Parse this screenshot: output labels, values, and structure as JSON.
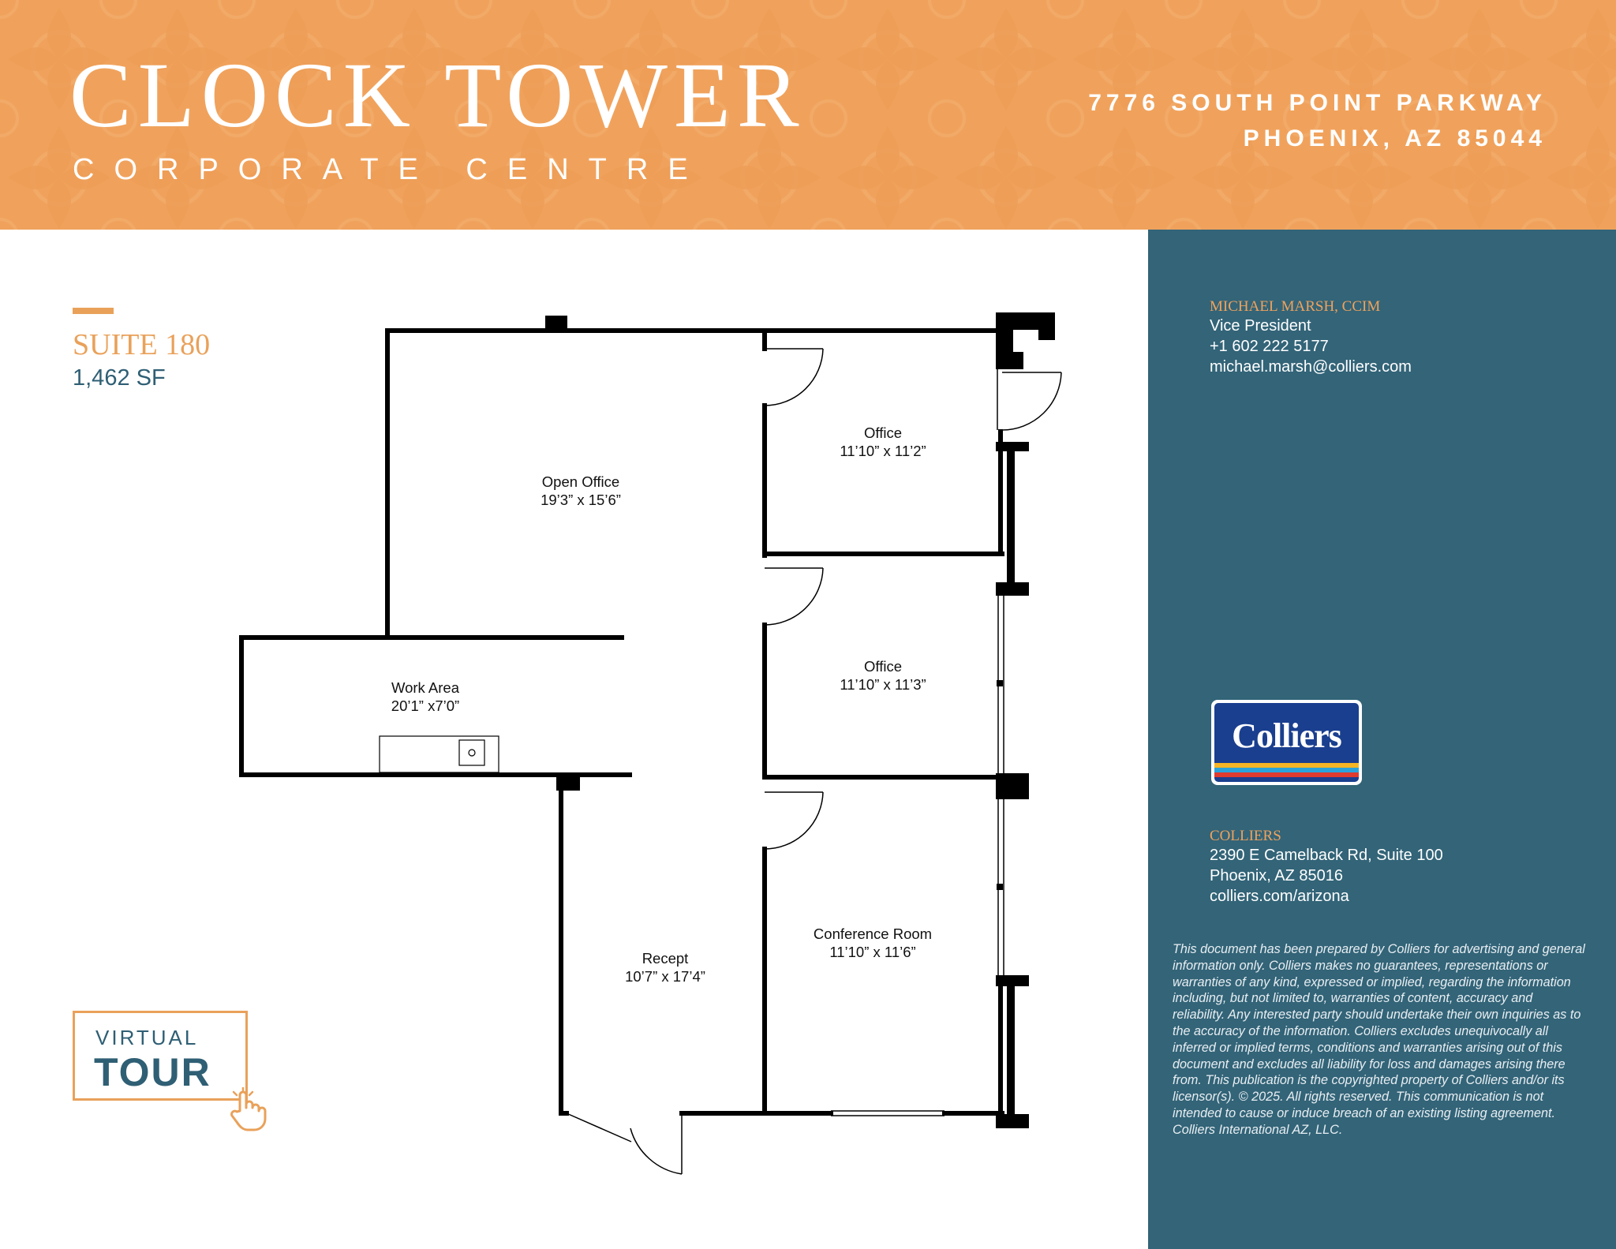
{
  "header": {
    "title": "CLOCK TOWER",
    "subtitle": "CORPORATE CENTRE",
    "address_line1": "7776 SOUTH POINT PARKWAY",
    "address_line2": "PHOENIX, AZ 85044"
  },
  "suite": {
    "name": "SUITE 180",
    "area": "1,462 SF"
  },
  "rooms": {
    "open_office": {
      "name": "Open Office",
      "size": "19’3” x 15’6”"
    },
    "office_1": {
      "name": "Office",
      "size": "11’10” x 11’2”"
    },
    "office_2": {
      "name": "Office",
      "size": "11’10” x 11’3”"
    },
    "work_area": {
      "name": "Work Area",
      "size": "20’1” x7’0”"
    },
    "conference": {
      "name": "Conference Room",
      "size": "11’10” x 11’6”"
    },
    "recept": {
      "name": "Recept",
      "size": "10’7” x 17’4”"
    }
  },
  "virtual_tour": {
    "line1": "VIRTUAL",
    "line2": "TOUR",
    "icon": "hand-pointer-icon"
  },
  "contact": {
    "name": "MICHAEL MARSH, CCIM",
    "title": "Vice President",
    "phone": "+1 602 222 5177",
    "email": "michael.marsh@colliers.com"
  },
  "logo": {
    "text": "Colliers",
    "stripe_colors": [
      "#f5b524",
      "#2aa3dc",
      "#e03b2f"
    ]
  },
  "firm": {
    "name": "COLLIERS",
    "street": "2390 E Camelback Rd, Suite 100",
    "city": "Phoenix, AZ 85016",
    "web": "colliers.com/arizona"
  },
  "disclaimer": "This document has been prepared by Colliers for advertising and general information only. Colliers makes no guarantees, representations or warranties of any kind, expressed or implied, regarding the information including, but not limited to, warranties of content, accuracy and reliability. Any interested party should undertake their own inquiries as to the accuracy of the information. Colliers excludes unequivocally all inferred or implied terms, conditions and warranties arising out of this document and excludes all liability for loss and damages arising there from. This publication is the copyrighted property of Colliers and/or its licensor(s). © 2025. All rights reserved. This communication is not intended to cause or induce breach of an existing listing agreement. Colliers International AZ, LLC.",
  "colors": {
    "header_orange": "#f0a25c",
    "accent_orange": "#e9a15a",
    "panel_teal": "#336478",
    "text_teal": "#2f5f74"
  }
}
